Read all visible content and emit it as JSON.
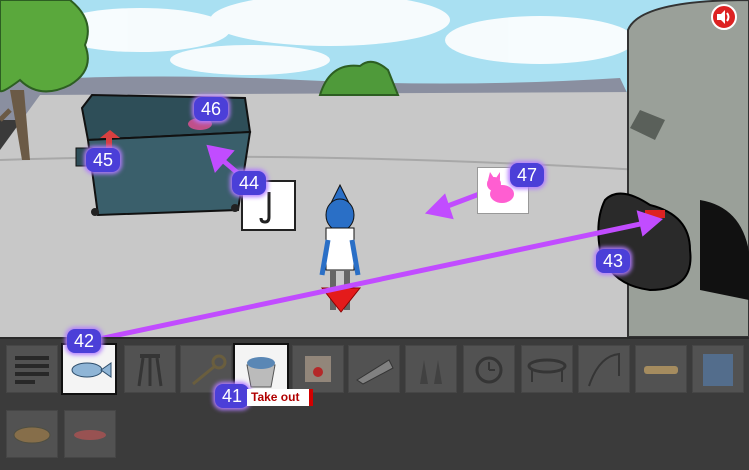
{
  "hotspots": [
    {
      "id": "41",
      "label": "41"
    },
    {
      "id": "42",
      "label": "42"
    },
    {
      "id": "43",
      "label": "43"
    },
    {
      "id": "44",
      "label": "44"
    },
    {
      "id": "45",
      "label": "45"
    },
    {
      "id": "46",
      "label": "46"
    },
    {
      "id": "47",
      "label": "47"
    }
  ],
  "tooltip": {
    "text": "Take out"
  },
  "inventory": {
    "items": [
      {
        "name": "crossword-grid",
        "active": false
      },
      {
        "name": "fish",
        "active": true
      },
      {
        "name": "stool",
        "active": false
      },
      {
        "name": "key",
        "active": false
      },
      {
        "name": "bucket-of-fish",
        "active": true
      },
      {
        "name": "smoke-detector",
        "active": false
      },
      {
        "name": "dustpan",
        "active": false
      },
      {
        "name": "traffic-cones",
        "active": false
      },
      {
        "name": "alarm-clock",
        "active": false
      },
      {
        "name": "trampoline",
        "active": false
      },
      {
        "name": "fishing-rod",
        "active": false
      },
      {
        "name": "sandwich",
        "active": false
      },
      {
        "name": "notepad",
        "active": false
      },
      {
        "name": "bowl",
        "active": false
      },
      {
        "name": "meat",
        "active": false
      }
    ]
  },
  "colors": {
    "sky": "#a9e0f2",
    "ground": "#c9c9c9",
    "dumpster": "#3a5f6b",
    "arrow_hint": "#c14cff",
    "badge": "#4b3fd8"
  }
}
